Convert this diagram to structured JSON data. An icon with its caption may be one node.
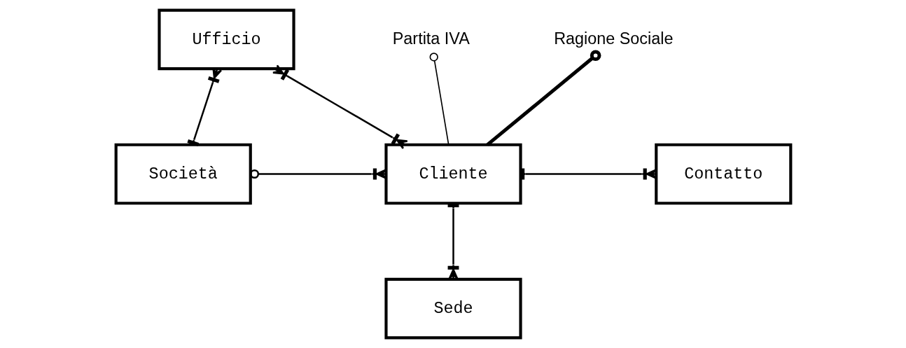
{
  "diagram": {
    "nodes": [
      {
        "text": [
          "Ufficio"
        ]
      },
      {
        "text": [
          "Partita IVA"
        ]
      },
      {
        "text": [
          "Ragione Sociale"
        ]
      },
      {
        "text": [
          "Società"
        ]
      },
      {
        "text": [
          "Cliente"
        ]
      },
      {
        "text": [
          "Contatto"
        ]
      },
      {
        "text": [
          "Sede"
        ]
      }
    ],
    "edges": [
      {
        "from": 0,
        "to": 4,
        "arrow": "other"
      },
      {
        "from": 0,
        "to": 3,
        "arrow": "other"
      },
      {
        "from": 3,
        "to": 4,
        "arrow": "other"
      },
      {
        "from": 4,
        "to": 5,
        "arrow": "other"
      },
      {
        "from": 4,
        "to": 6,
        "arrow": "other"
      },
      {
        "from": 4,
        "to": 1,
        "arrow": "other"
      },
      {
        "from": 4,
        "to": 2,
        "arrow": "other",
        "style": "thick"
      }
    ]
  }
}
